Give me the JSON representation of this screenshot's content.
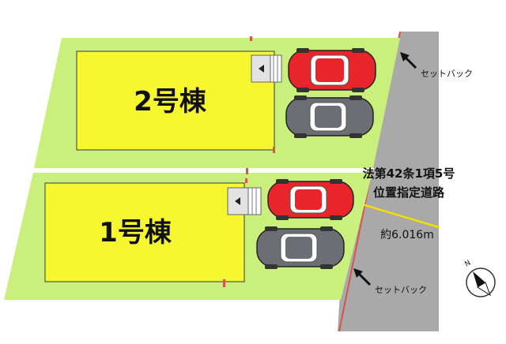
{
  "colors": {
    "lot": "#c9ef7c",
    "building": "#f7f731",
    "road": "#a9a9a9",
    "setback_line": "#d9534f",
    "road_width_line": "#f2e000",
    "car_red": "#e8252a",
    "car_gray": "#6b6e72",
    "lot_divider": "#ffffff"
  },
  "buildings": {
    "building_2": {
      "label": "2号棟"
    },
    "building_1": {
      "label": "1号棟"
    }
  },
  "road": {
    "type_line1": "法第42条1項5号",
    "type_line2": "位置指定道路",
    "width_label": "約6.016m"
  },
  "setback": {
    "upper_label": "セットバック",
    "lower_label": "セットバック"
  },
  "compass": {
    "north_label": "N"
  },
  "icons": {
    "entrance": "triangle-left-icon",
    "car_parking": "car-icon",
    "arrow": "arrow-up-left-icon"
  }
}
